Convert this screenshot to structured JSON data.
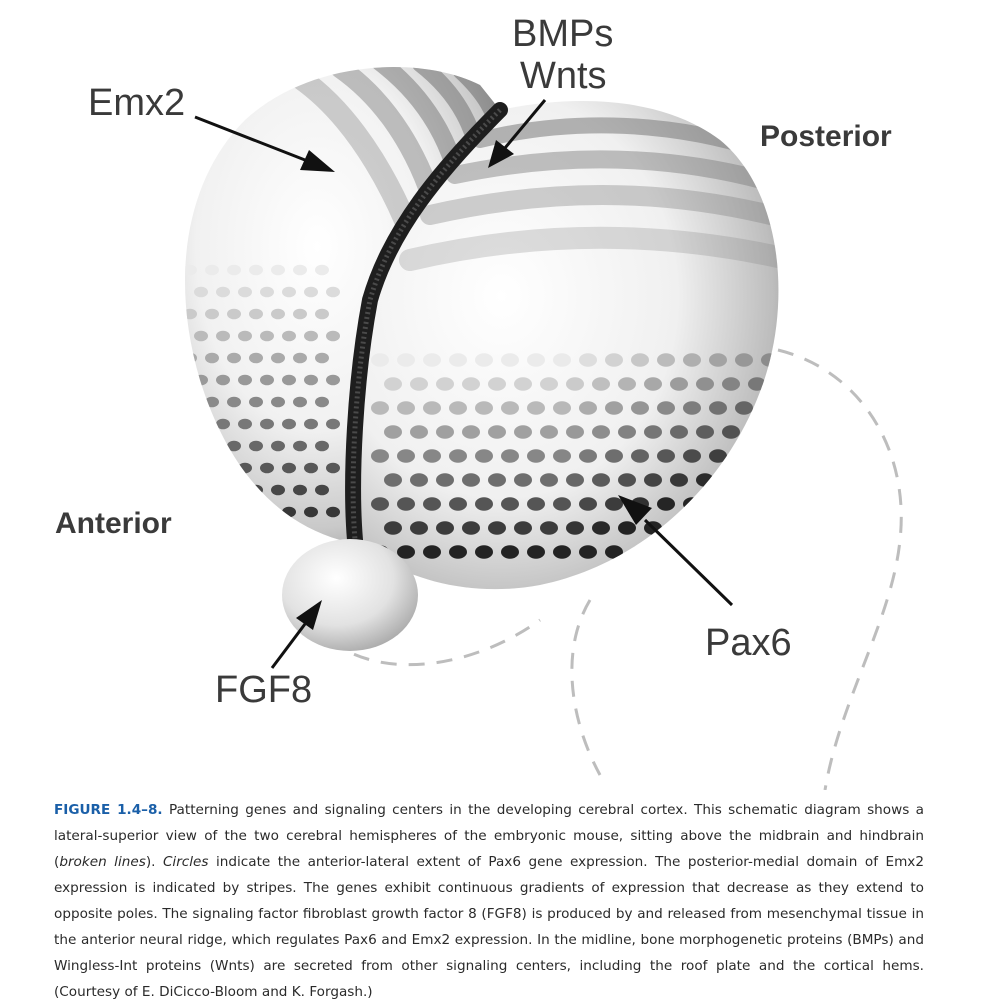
{
  "figure": {
    "labels": {
      "emx2": "Emx2",
      "bmps": "BMPs",
      "wnts": "Wnts",
      "posterior": "Posterior",
      "anterior": "Anterior",
      "pax6": "Pax6",
      "fgf8": "FGF8"
    }
  },
  "caption": {
    "figure_number": "FIGURE 1.4–8.",
    "text_1": "Patterning genes and signaling centers in the developing cerebral cortex. This schematic diagram shows a lateral-superior view of the two cerebral hemispheres of the embryonic mouse, sitting above the midbrain and hindbrain (",
    "italic_1": "broken lines",
    "text_2": "). ",
    "italic_2": "Circles",
    "text_3": " indicate the anterior-lateral extent of Pax6 gene expression. The posterior-medial domain of Emx2 expression is indicated by stripes. The genes exhibit continuous gradients of expression that decrease as they extend to opposite poles. The signaling factor fibroblast growth factor 8 (FGF8) is produced by and released from mesenchymal tissue in the anterior neural ridge, which regulates Pax6 and Emx2 expression. In the midline, bone morphogenetic proteins (BMPs) and Wingless-Int proteins (Wnts) are secreted from other signaling centers, including the roof plate and the cortical hems. (Courtesy of E. DiCicco-Bloom and K. Forgash.)"
  }
}
